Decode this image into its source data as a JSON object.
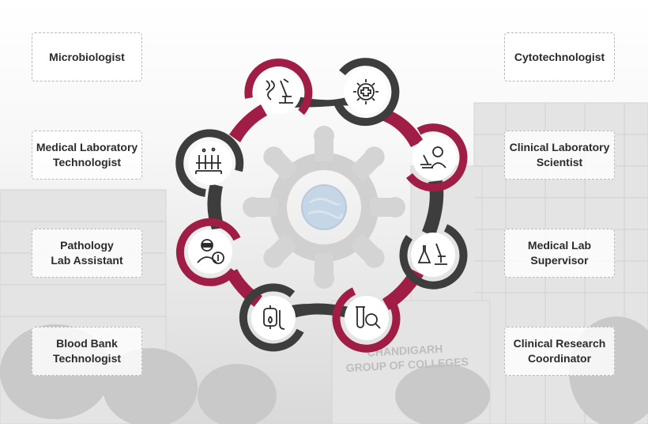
{
  "careers": {
    "left": [
      {
        "label": "Microbiologist"
      },
      {
        "label": "Medical Laboratory\nTechnologist"
      },
      {
        "label": "Pathology\nLab Assistant"
      },
      {
        "label": "Blood Bank\nTechnologist"
      }
    ],
    "right": [
      {
        "label": "Cytotechnologist"
      },
      {
        "label": "Clinical Laboratory\nScientist"
      },
      {
        "label": "Medical Lab\nSupervisor"
      },
      {
        "label": "Clinical Research\nCoordinator"
      }
    ]
  },
  "background": {
    "building_sign": "CHANDIGARH\nGROUP OF COLLEGES"
  },
  "nodes": [
    {
      "icon": "dna-microscope-icon",
      "color": "#a01d45"
    },
    {
      "icon": "gear-cross-icon",
      "color": "#3d3d3d"
    },
    {
      "icon": "scientist-microscope-icon",
      "color": "#a01d45"
    },
    {
      "icon": "flasks-microscope-icon",
      "color": "#3d3d3d"
    },
    {
      "icon": "test-tube-magnifier-icon",
      "color": "#a01d45"
    },
    {
      "icon": "blood-bag-icon",
      "color": "#3d3d3d"
    },
    {
      "icon": "lab-assistant-icon",
      "color": "#a01d45"
    },
    {
      "icon": "test-tube-rack-icon",
      "color": "#3d3d3d"
    }
  ],
  "colors": {
    "crimson": "#a01d45",
    "charcoal": "#3d3d3d"
  }
}
